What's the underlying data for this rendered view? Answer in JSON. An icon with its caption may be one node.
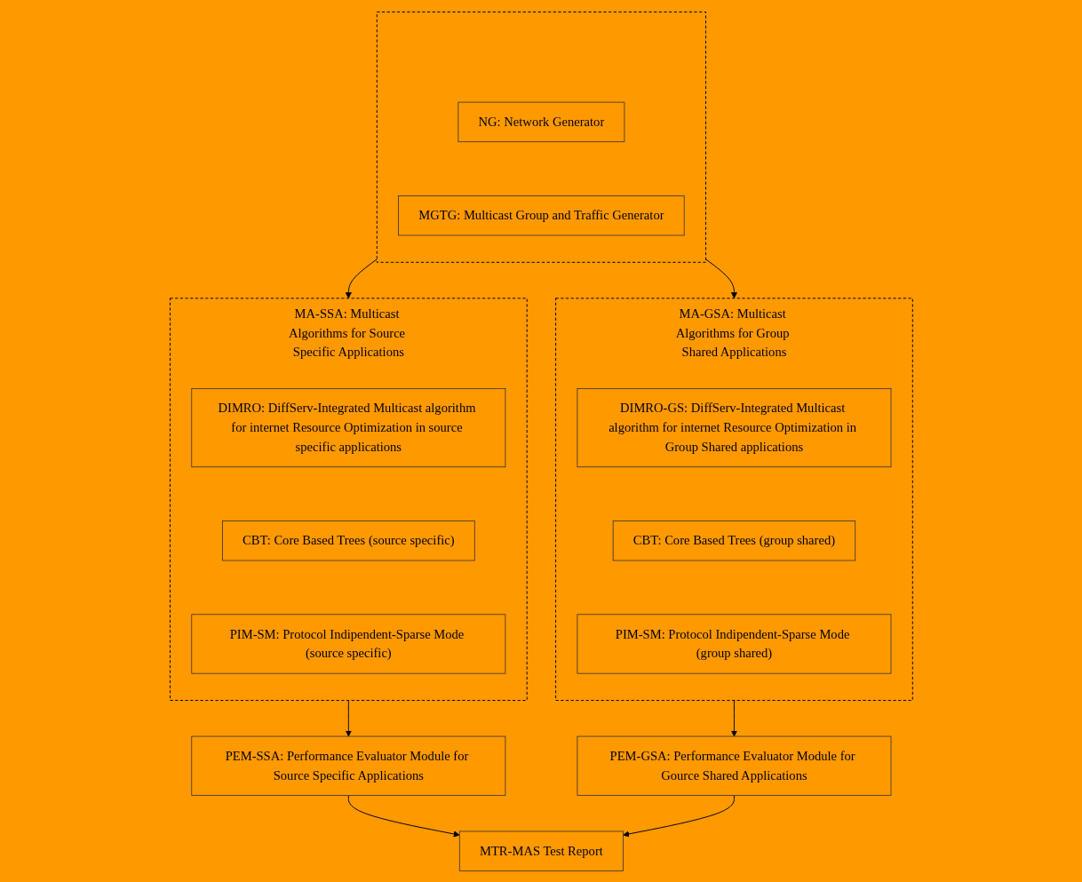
{
  "diagram": {
    "nodes": [
      {
        "text": [],
        "shape": "box"
      },
      {
        "text": [
          "NG: Network Generator"
        ],
        "in": 0
      },
      {
        "text": [
          "MGTG: Multicast Group and Traffic Generator"
        ],
        "in": 0
      },
      {
        "text": [
          "MA-SSA: Multicast Algorithms for Source Specific Applications"
        ]
      },
      {
        "text": [
          "DIMRO: DiffServ-Integrated Multicast algorithm for internet Resource Optimization in source specific applications"
        ],
        "in": 3
      },
      {
        "text": [
          "CBT: Core Based Trees (source specific)"
        ],
        "in": 3
      },
      {
        "text": [
          "PIM-SM: Protocol Indipendent-Sparse Mode (source specific)"
        ],
        "in": 3
      },
      {
        "text": [
          "MA-GSA: Multicast Algorithms for Group Shared Applications"
        ]
      },
      {
        "text": [
          "DIMRO-GS: DiffServ-Integrated Multicast algorithm for internet Resource Optimization in Group Shared applications"
        ],
        "in": 7
      },
      {
        "text": [
          "CBT: Core Based Trees (group shared)"
        ],
        "in": 7
      },
      {
        "text": [
          "PIM-SM: Protocol Indipendent-Sparse Mode (group shared)"
        ],
        "in": 7
      },
      {
        "text": [
          "PEM-SSA: Performance Evaluator Module for Source Specific Applications"
        ]
      },
      {
        "text": [
          "PEM-GSA: Performance Evaluator Module for Gource Shared Applications"
        ]
      },
      {
        "text": [
          "MTR-MAS Test Report"
        ]
      }
    ],
    "edges": [
      {
        "from": 0,
        "to": 3,
        "arrow": "to"
      },
      {
        "from": 0,
        "to": 7,
        "arrow": "to"
      },
      {
        "from": 3,
        "to": 11,
        "arrow": "to"
      },
      {
        "from": 7,
        "to": 12,
        "arrow": "to"
      },
      {
        "from": 11,
        "to": 13,
        "arrow": "to"
      },
      {
        "from": 12,
        "to": 13,
        "arrow": "to"
      }
    ]
  }
}
